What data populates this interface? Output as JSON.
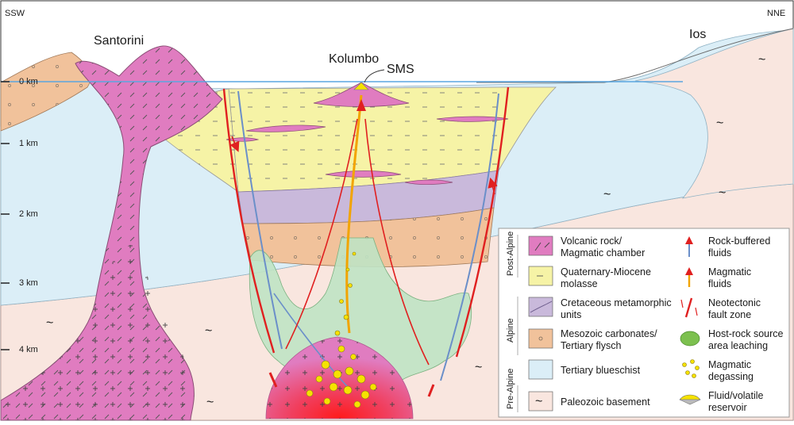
{
  "directions": {
    "left": "SSW",
    "right": "NNE"
  },
  "places": {
    "santorini": "Santorini",
    "ios": "Ios",
    "kolumbo": "Kolumbo",
    "sms": "SMS"
  },
  "depth_ticks": [
    "0 km",
    "1 km",
    "2 km",
    "3 km",
    "4 km"
  ],
  "legend": {
    "groups": {
      "post_alpine": "Post-Alpine",
      "alpine": "Alpine",
      "pre_alpine": "Pre-Alpine"
    },
    "units": [
      {
        "line1": "Volcanic rock/",
        "line2": "Magmatic chamber",
        "color": "#e07cc0"
      },
      {
        "line1": "Quaternary-Miocene",
        "line2": "molasse",
        "color": "#f6f3a6"
      },
      {
        "line1": "Cretaceous metamorphic",
        "line2": "units",
        "color": "#c9b9db"
      },
      {
        "line1": "Mesozoic carbonates/",
        "line2": "Tertiary flysch",
        "color": "#f1c29b"
      },
      {
        "line1": "Tertiary blueschist",
        "line2": "",
        "color": "#dbeef7"
      },
      {
        "line1": "Paleozoic basement",
        "line2": "",
        "color": "#f9e6df"
      }
    ],
    "processes": [
      {
        "line1": "Rock-buffered",
        "line2": "fluids"
      },
      {
        "line1": "Magmatic",
        "line2": "fluids"
      },
      {
        "line1": "Neotectonic",
        "line2": "fault zone"
      },
      {
        "line1": "Host-rock source",
        "line2": "area leaching"
      },
      {
        "line1": "Magmatic",
        "line2": "degassing"
      },
      {
        "line1": "Fluid/volatile",
        "line2": "reservoir"
      }
    ]
  },
  "colors": {
    "basement": "#f9e6df",
    "blueschist": "#dbeef7",
    "carbonates": "#f1c29b",
    "metamorphic": "#c9b9db",
    "molasse": "#f6f3a6",
    "volcanic": "#e07cc0",
    "leaching": "#bfe3c4",
    "fault": "#e02020",
    "rock_fluid": "#6b8fc9",
    "magmatic_fluid": "#f2a400",
    "sea_line": "#5aa6e0"
  }
}
